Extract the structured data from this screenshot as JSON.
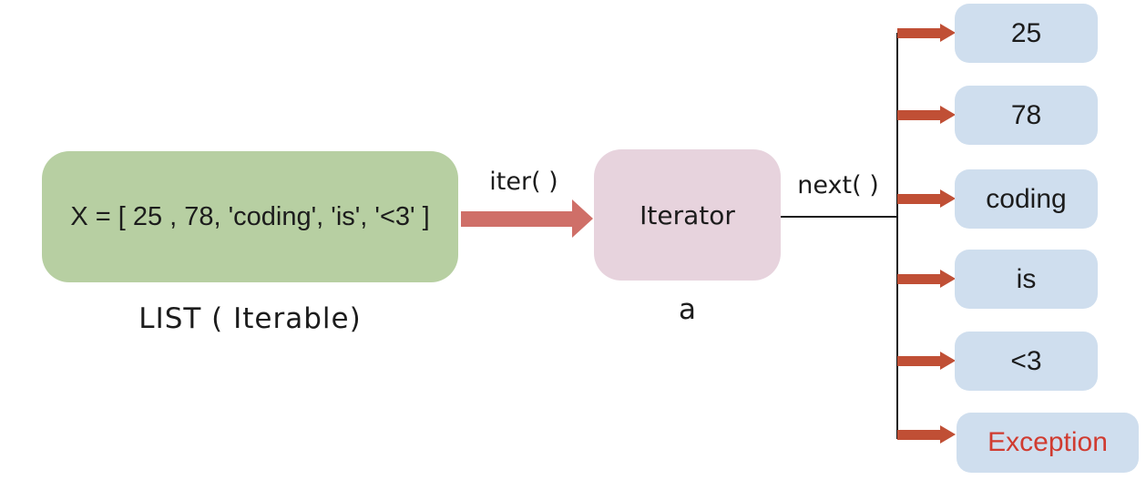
{
  "diagram": {
    "iterable": {
      "content": "X = [ 25 , 78, 'coding', 'is', '<3' ]",
      "caption": "LIST ( Iterable)"
    },
    "iter_call": "iter( )",
    "iterator": {
      "label": "Iterator",
      "caption": "a"
    },
    "next_call": "next( )",
    "outputs": [
      "25",
      "78",
      "coding",
      "is",
      "<3",
      "Exception"
    ],
    "exception_index": 5,
    "colors": {
      "iterable_fill": "#b7cfa2",
      "iterator_fill": "#e7d3dd",
      "output_fill": "#cfdeee",
      "iter_arrow": "#cf6f68",
      "next_arrow": "#c04f35",
      "connector_line": "#1a1a1a",
      "exception_text": "#d03b30"
    }
  }
}
